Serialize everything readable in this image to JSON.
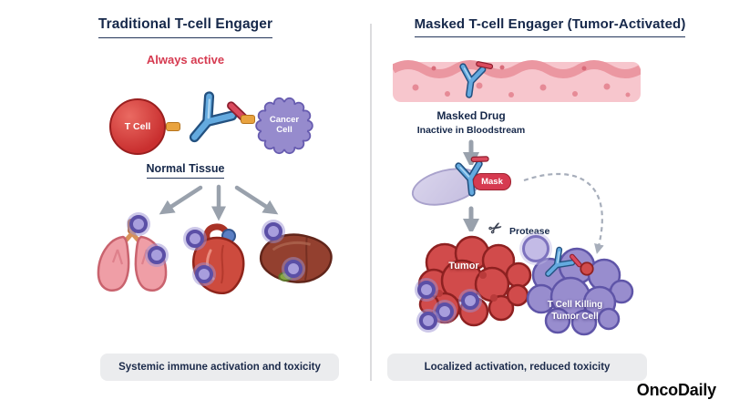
{
  "left": {
    "title": "Traditional T-cell Engager",
    "status": "Always active",
    "t_cell_label": "T Cell",
    "cancer_cell_label": "Cancer Cell",
    "tissue_label": "Normal Tissue",
    "footer": "Systemic immune activation and toxicity"
  },
  "right": {
    "title": "Masked T-cell Engager (Tumor-Activated)",
    "drug_label": "Masked Drug",
    "drug_state": "Inactive in Bloodstream",
    "mask_label": "Mask",
    "protease_label": "Protease",
    "tumor_label": "Tumor",
    "kill_label_line1": "T Cell Killing",
    "kill_label_line2": "Tumor Cell",
    "footer": "Localized activation, reduced toxicity"
  },
  "brand": "OncoDaily",
  "icons": {
    "protease": "✂",
    "organ_icons": [
      "lungs-icon",
      "heart-icon",
      "liver-icon"
    ]
  },
  "colors": {
    "navy": "#16284a",
    "accent_red": "#d63a50",
    "antibody_blue": "#64aadf",
    "cell_purple": "#968bcd",
    "tumor_red": "#d14b4b",
    "vessel_pink": "#f7c6cd",
    "mask_lavender": "#cfc9e6",
    "arrow_gray": "#99a1ac",
    "footer_bg": "#ebecee"
  }
}
